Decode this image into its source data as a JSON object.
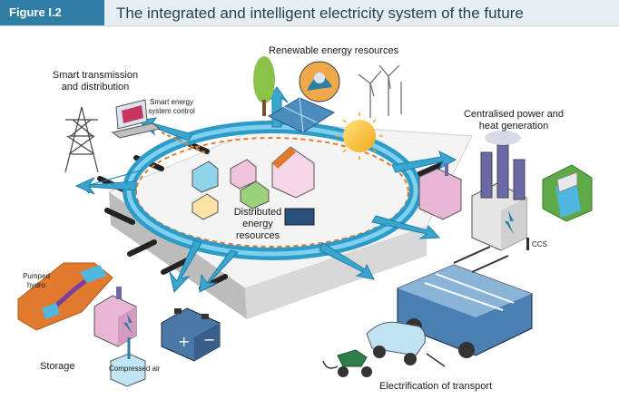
{
  "header": {
    "figure_tag": "Figure I.2",
    "title": "The integrated and intelligent electricity system of the future"
  },
  "labels": {
    "renewables": "Renewable energy resources",
    "smart_td_line1": "Smart transmission",
    "smart_td_line2": "and distribution",
    "smart_control_line1": "Smart energy",
    "smart_control_line2": "system control",
    "central_line1": "Centralised power and",
    "central_line2": "heat generation",
    "ccs": "CCS",
    "distributed_line1": "Distributed",
    "distributed_line2": "energy",
    "distributed_line3": "resources",
    "pumped_line1": "Pumped",
    "pumped_line2": "hydro",
    "storage": "Storage",
    "compressed_air": "Compressed air",
    "transport": "Electrification of transport"
  },
  "colors": {
    "header_bg": "#e6edf3",
    "tag_bg": "#2f7fa5",
    "title_text": "#1f3f57",
    "arrow_blue": "#3aa6cf",
    "platform_top": "#f2f2f2",
    "platform_side": "#c8c8c8",
    "dashed_line": "#e07a2e"
  }
}
